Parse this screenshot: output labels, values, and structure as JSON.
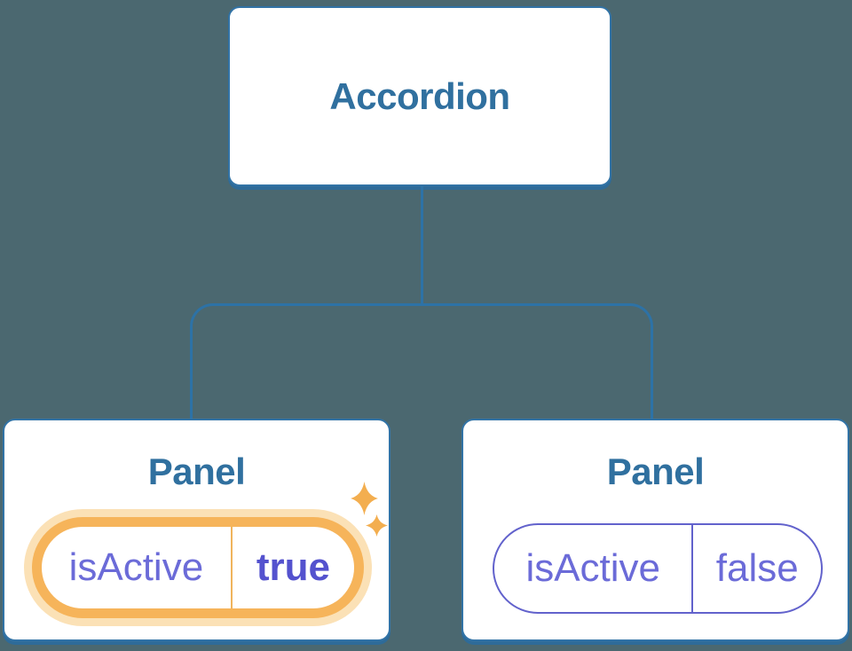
{
  "diagram": {
    "root_node": {
      "label": "Accordion"
    },
    "panels": [
      {
        "title": "Panel",
        "state": {
          "prop": "isActive",
          "value": "true"
        },
        "highlighted": true
      },
      {
        "title": "Panel",
        "state": {
          "prop": "isActive",
          "value": "false"
        },
        "highlighted": false
      }
    ]
  },
  "icons": {
    "sparkle_large": "four-point-star",
    "sparkle_small": "four-point-star"
  },
  "colors": {
    "background": "#4B6870",
    "node_fill": "#FFFFFF",
    "node_border": "#3273A6",
    "node_shadow": "#2E6B99",
    "connector_line": "#2D72A6",
    "heading_text": "#30709F",
    "state_text": "#6B6BD8",
    "state_value_active_text": "#5452CE",
    "inactive_pill_border": "#6262CC",
    "active_pill_ring": "#F6B45A",
    "active_pill_glow": "#FBE1B6",
    "active_pill_divider": "#F0B45C",
    "sparkle": "#F3AE4F"
  }
}
